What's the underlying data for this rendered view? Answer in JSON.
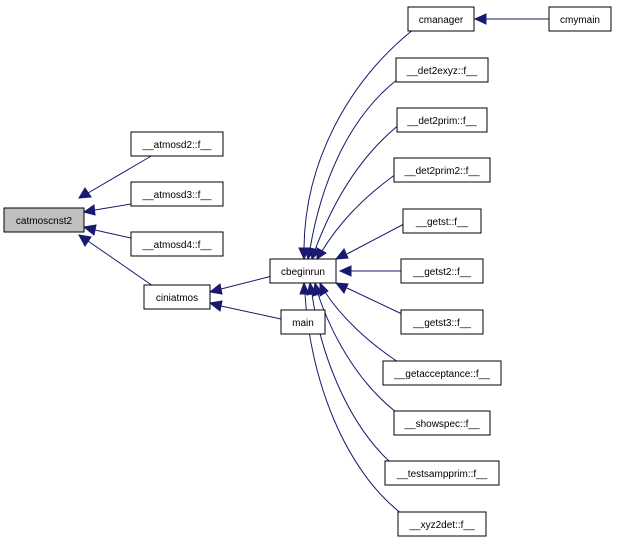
{
  "colors": {
    "edge": "#191970",
    "root_fill": "#bfbfbf",
    "node_fill": "#ffffff",
    "node_stroke": "#000000"
  },
  "nodes": {
    "catmoscnst2": "catmoscnst2",
    "atmosd2": "__atmosd2::f__",
    "atmosd3": "__atmosd3::f__",
    "atmosd4": "__atmosd4::f__",
    "ciniatmos": "ciniatmos",
    "cbeginrun": "cbeginrun",
    "main": "main",
    "cmanager": "cmanager",
    "cmymain": "cmymain",
    "det2exyz": "__det2exyz::f__",
    "det2prim": "__det2prim::f__",
    "det2prim2": "__det2prim2::f__",
    "getst": "__getst::f__",
    "getst2": "__getst2::f__",
    "getst3": "__getst3::f__",
    "getacceptance": "__getacceptance::f__",
    "showspec": "__showspec::f__",
    "testsampprim": "__testsampprim::f__",
    "xyz2det": "__xyz2det::f__"
  }
}
